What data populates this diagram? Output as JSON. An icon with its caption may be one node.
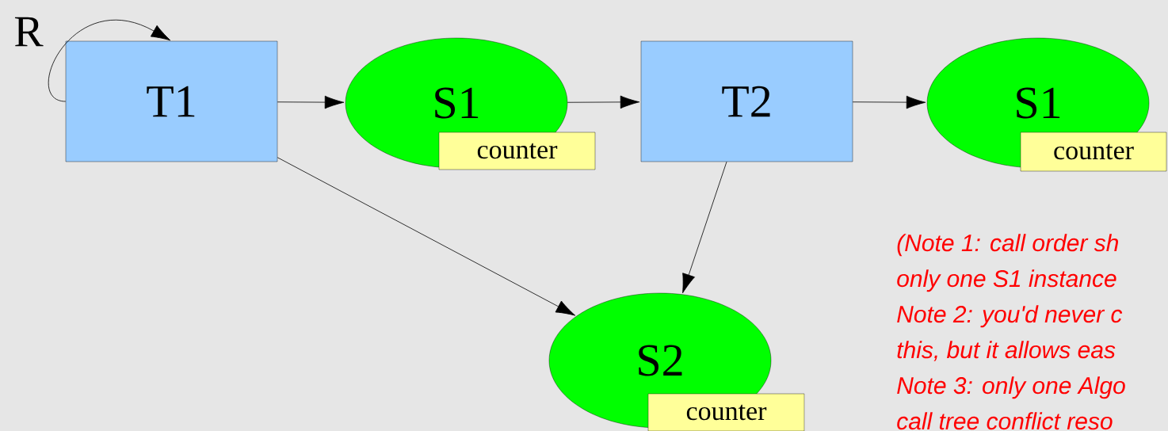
{
  "diagram": {
    "nodes": [
      {
        "text": [
          "T1"
        ]
      },
      {
        "text": [
          "S1"
        ]
      },
      {
        "text": [
          "counter"
        ]
      },
      {
        "text": [
          "T2"
        ]
      },
      {
        "text": [
          "S1"
        ]
      },
      {
        "text": [
          "counter"
        ]
      },
      {
        "text": [
          "S2"
        ]
      },
      {
        "text": [
          "counter"
        ]
      }
    ],
    "edges": [
      {
        "from": 0,
        "to": 0,
        "arrow": "to",
        "label": "R"
      },
      {
        "from": 0,
        "to": 1,
        "arrow": "to"
      },
      {
        "from": 1,
        "to": 3,
        "arrow": "to"
      },
      {
        "from": 3,
        "to": 4,
        "arrow": "to"
      },
      {
        "from": 3,
        "to": 6,
        "arrow": "to"
      },
      {
        "from": 0,
        "to": 6,
        "arrow": "to"
      }
    ],
    "labels": [
      "(Note 1: call order sh",
      "only one S1 instance",
      "Note 2: you'd never c",
      "this, but it allows eas",
      "Note 3: only one Algo",
      "call tree conflict reso"
    ]
  }
}
